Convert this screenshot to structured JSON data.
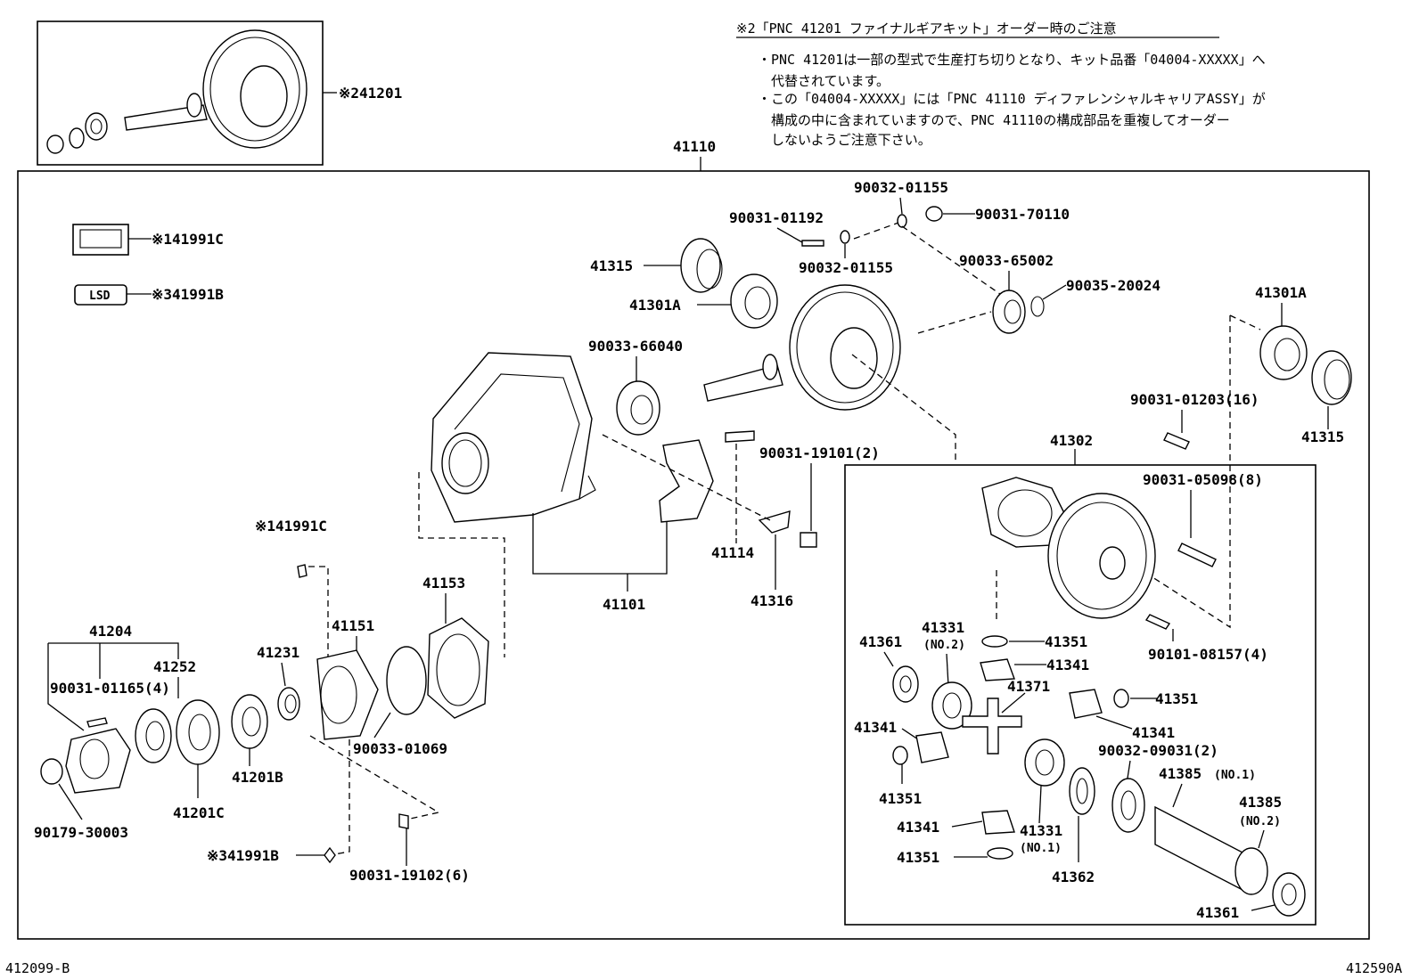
{
  "notice": {
    "title": "※2「PNC 41201 ファイナルギアキット」オーダー時のご注意",
    "lines": [
      "・PNC 41201は一部の型式で生産打ち切りとなり、キット品番「04004-XXXXX」へ",
      "　代替されています。",
      "・この「04004-XXXXX」には「PNC 41110 ディファレンシャルキャリアASSY」が",
      "　構成の中に含まれていますので、PNC 41110の構成部品を重複してオーダー",
      "　しないようご注意下さい。"
    ]
  },
  "labels": {
    "k41201": "※241201",
    "a41110": "41110",
    "k41991C": "※141991C",
    "lsd_tag": "LSD",
    "k41991B": "※341991B",
    "p90032_01155_top": "90032-01155",
    "p90031_70110": "90031-70110",
    "p90031_01192": "90031-01192",
    "p90032_01155": "90032-01155",
    "p41315": "41315",
    "p41301A": "41301A",
    "p90033_65002": "90033-65002",
    "p90035_20024": "90035-20024",
    "p41301A_r": "41301A",
    "p41315_r": "41315",
    "p90033_66040": "90033-66040",
    "p90031_01203": "90031-01203(16)",
    "p41302": "41302",
    "p90031_19101": "90031-19101(2)",
    "p90031_05098": "90031-05098(8)",
    "p41114": "41114",
    "p41316": "41316",
    "p41101": "41101",
    "k41991C_2": "※141991C",
    "p41153": "41153",
    "p41204": "41204",
    "p41252": "41252",
    "p90031_01165": "90031-01165(4)",
    "p41231": "41231",
    "p41151": "41151",
    "p90033_01069": "90033-01069",
    "p41201B": "41201B",
    "p41201C": "41201C",
    "p90179_30003": "90179-30003",
    "k41991B_2": "※341991B",
    "p90031_19102": "90031-19102(6)",
    "p41361": "41361",
    "p41331": "41331",
    "p41331_no2": "(NO.2)",
    "p41351_a": "41351",
    "p41341_a": "41341",
    "p90101_08157": "90101-08157(4)",
    "p41371": "41371",
    "p41351_b": "41351",
    "p41341_b": "41341",
    "p41341_c": "41341",
    "p41351_c": "41351",
    "p90032_09031": "90032-09031(2)",
    "p41385_1": "41385",
    "p41385_1_no": "(NO.1)",
    "p41385_2": "41385",
    "p41385_2_no": "(NO.2)",
    "p41341_d": "41341",
    "p41331_b": "41331",
    "p41331_b_no": "(NO.1)",
    "p41351_d": "41351",
    "p41362": "41362",
    "p41361_b": "41361"
  },
  "footer": {
    "left_code": "412099-B",
    "right_code": "412590A"
  }
}
